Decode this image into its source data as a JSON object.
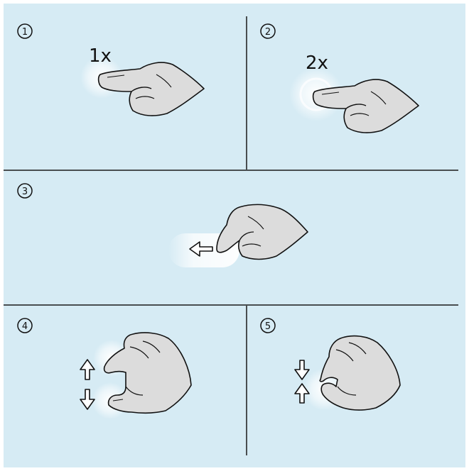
{
  "panels": [
    {
      "number": "1",
      "tap_label": "1x",
      "gesture": "single-tap"
    },
    {
      "number": "2",
      "tap_label": "2x",
      "gesture": "double-tap"
    },
    {
      "number": "3",
      "gesture": "swipe-left"
    },
    {
      "number": "4",
      "gesture": "pinch-open"
    },
    {
      "number": "5",
      "gesture": "pinch-close"
    }
  ],
  "colors": {
    "background": "#d6ebf4",
    "lines": "#1a1a1a",
    "hand_fill": "#dcdcdc",
    "hand_outline": "#111111",
    "glow": "#ffffff"
  }
}
